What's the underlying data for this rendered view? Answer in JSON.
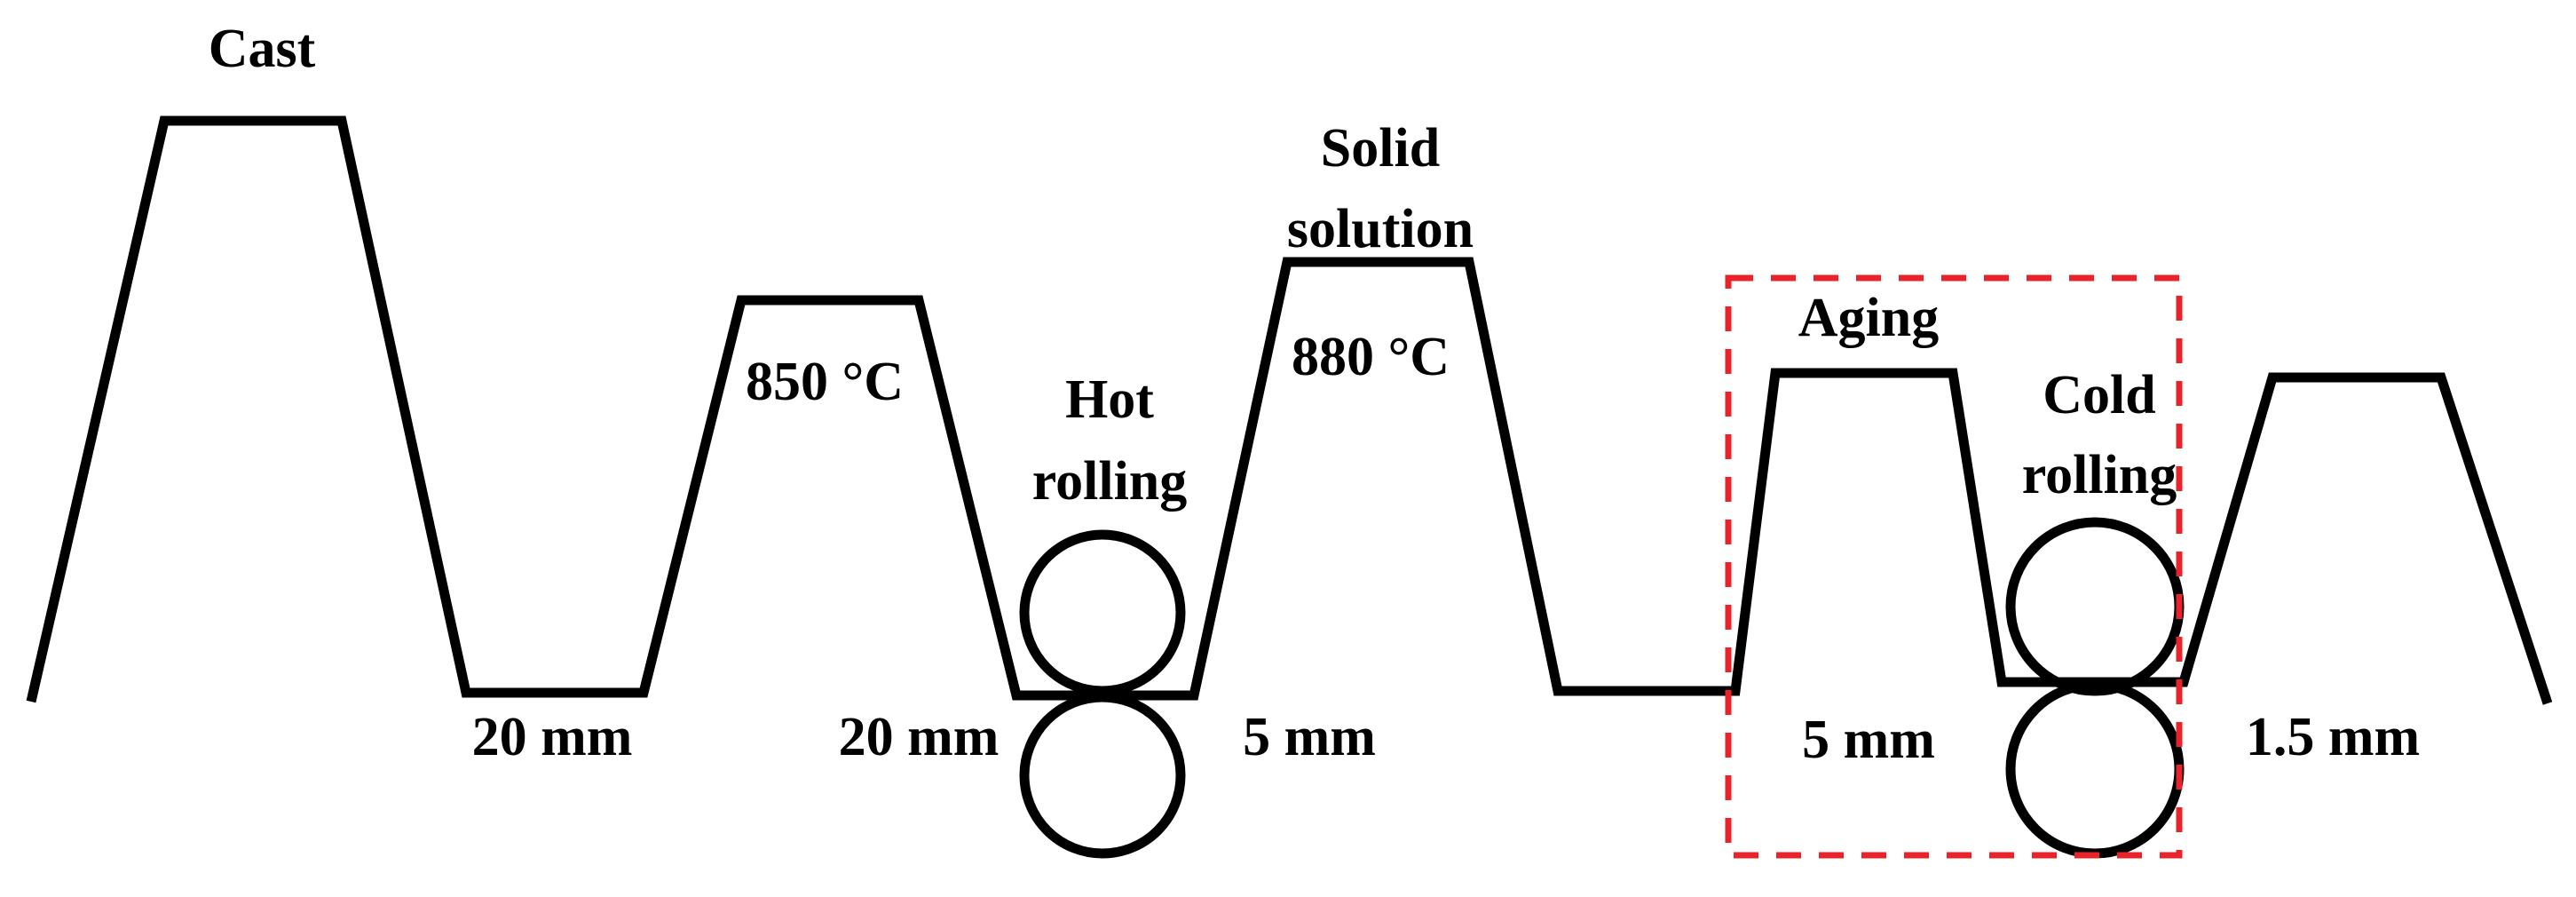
{
  "colors": {
    "line": "#000000",
    "highlight_box": "#e8232a",
    "background": "#ffffff"
  },
  "stages": {
    "cast": "Cast",
    "hot_rolling_1": "Hot",
    "hot_rolling_2": "rolling",
    "solid_solution_1": "Solid",
    "solid_solution_2": "solution",
    "aging": "Aging",
    "cold_rolling_1": "Cold",
    "cold_rolling_2": "rolling"
  },
  "temperatures": {
    "hot_rolling": "850 °C",
    "solid_solution": "880 °C"
  },
  "thicknesses": {
    "after_cast": "20 mm",
    "before_hot_rolling": "20 mm",
    "after_hot_rolling": "5 mm",
    "before_cold_rolling": "5 mm",
    "after_cold_rolling": "1.5 mm"
  }
}
